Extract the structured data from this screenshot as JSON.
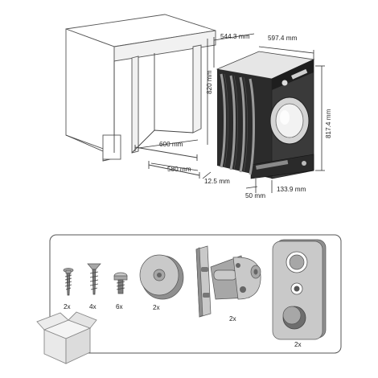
{
  "dimensions": {
    "depth_top": "544.3 mm",
    "width_machine": "597.4 mm",
    "height_cabinet": "820 mm",
    "height_machine": "817.4 mm",
    "cabinet_width": "600 mm",
    "cabinet_depth": "580 mm",
    "side_offset": "12.5 mm",
    "base_offset": "50 mm",
    "door_offset": "133.9 mm"
  },
  "accessories": {
    "screw_a_qty": "2x",
    "screw_b_qty": "4x",
    "screw_c_qty": "6x",
    "disc_qty": "2x",
    "hinge_qty": "2x",
    "plate_qty": "2x"
  }
}
